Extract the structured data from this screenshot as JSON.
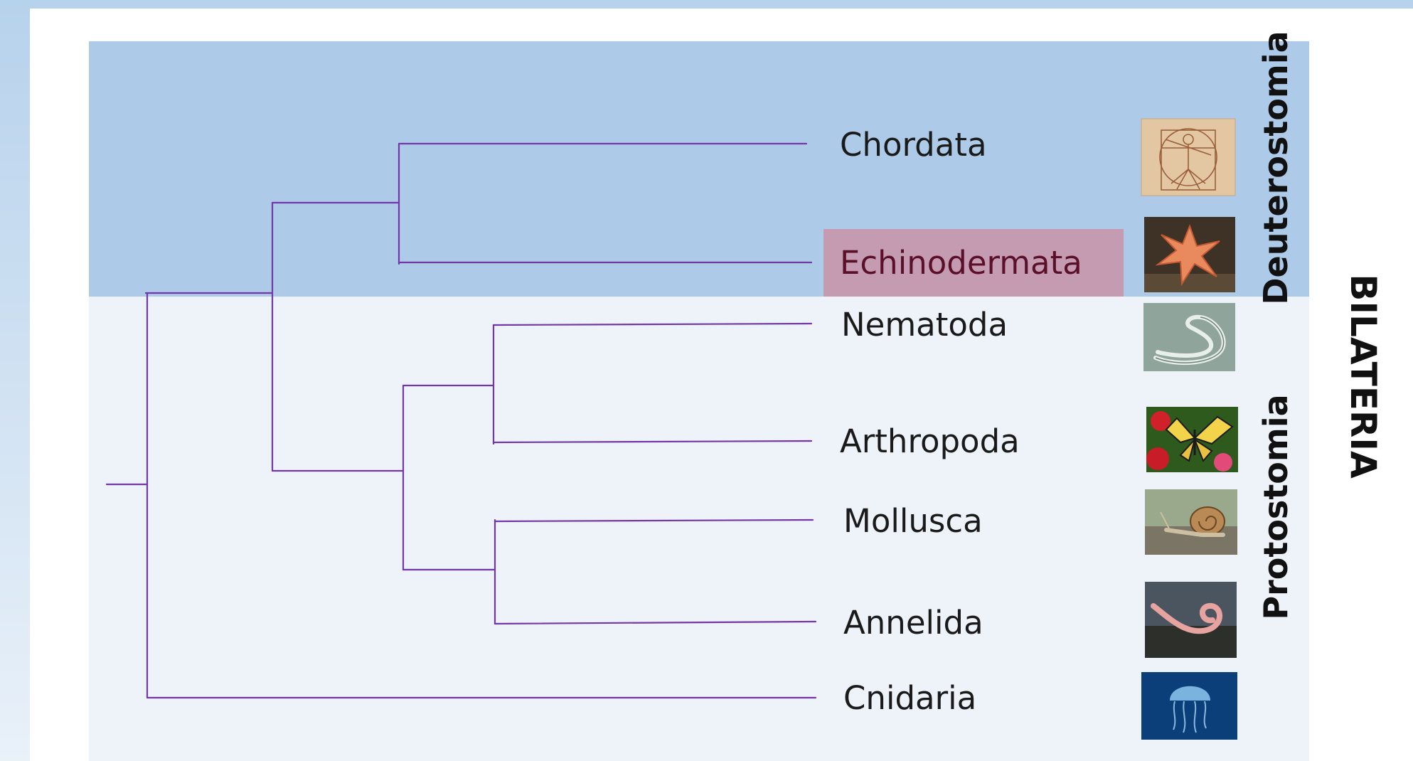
{
  "taxa": [
    {
      "id": "chordata",
      "label": "Chordata",
      "image": "vitruvian-man"
    },
    {
      "id": "echinodermata",
      "label": "Echinodermata",
      "image": "starfish",
      "highlighted": true
    },
    {
      "id": "nematoda",
      "label": "Nematoda",
      "image": "nematode-worm"
    },
    {
      "id": "arthropoda",
      "label": "Arthropoda",
      "image": "butterfly"
    },
    {
      "id": "mollusca",
      "label": "Mollusca",
      "image": "snail"
    },
    {
      "id": "annelida",
      "label": "Annelida",
      "image": "earthworm"
    },
    {
      "id": "cnidaria",
      "label": "Cnidaria",
      "image": "jellyfish"
    }
  ],
  "groups": {
    "deuterostomia": "Deuterostomia",
    "protostomia": "Protostomia",
    "bilateria": "BILATERIA"
  },
  "colors": {
    "deuterostome_band": "#adcbe8",
    "protostome_band": "#eef2f9",
    "highlight": "#c59bb1",
    "branch": "#7437a8",
    "highlight_text": "#5a1028"
  }
}
